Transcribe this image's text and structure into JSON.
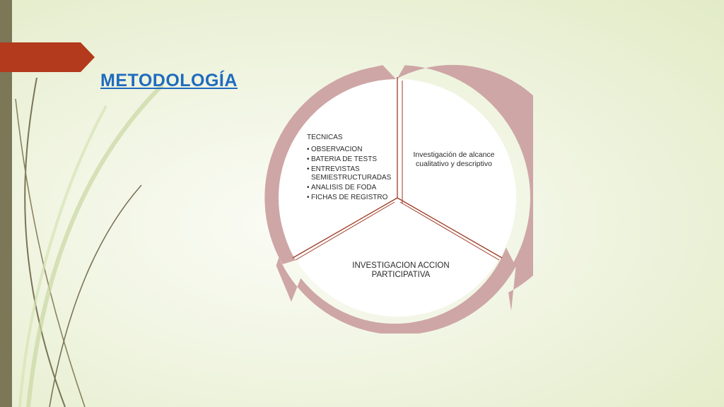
{
  "slide": {
    "title": "METODOLOGÍA"
  },
  "cycle": {
    "segment_top_right": "Investigación de alcance cualitativo y descriptivo",
    "segment_bottom": "INVESTIGACION ACCION PARTICIPATIVA",
    "segment_left": {
      "heading": "TECNICAS",
      "items": [
        "OBSERVACION",
        "BATERIA DE TESTS",
        "ENTREVISTAS SEMIESTRUCTURADAS",
        "ANALISIS DE FODA",
        "FICHAS DE REGISTRO"
      ]
    }
  },
  "colors": {
    "accent_red": "#b33a1c",
    "title_blue": "#1f6bbf",
    "arrow_pink": "#cea6a6",
    "divider": "#9e3a24",
    "side_bar": "#7b7757"
  }
}
